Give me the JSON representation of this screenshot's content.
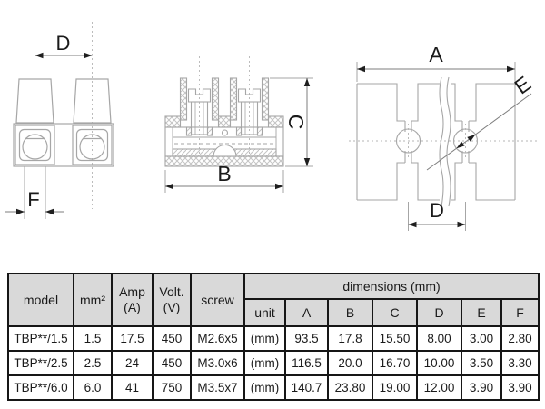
{
  "drawings": {
    "front_view": {
      "dim_pitch_label": "D",
      "dim_wire_label": "F"
    },
    "section_view": {
      "dim_width_label": "B",
      "dim_height_label": "C"
    },
    "top_view": {
      "dim_length_label": "A",
      "dim_pitch_label": "D",
      "dim_hole_label": "E"
    }
  },
  "colors": {
    "background": "#ffffff",
    "drawing_outline": "#a6a6a6",
    "dimension_line": "#7d7d7d",
    "label_text": "#1a1a1a",
    "table_border": "#161616",
    "table_header_bg": "#d9d9d9"
  },
  "table": {
    "header": {
      "model": "model",
      "wire_section": "mm²",
      "amp_line1": "Amp",
      "amp_line2": "(A)",
      "volt_line1": "Volt.",
      "volt_line2": "(V)",
      "screw": "screw",
      "dimensions": "dimensions (mm)",
      "sub": [
        "unit",
        "A",
        "B",
        "C",
        "D",
        "E",
        "F"
      ]
    },
    "rows": [
      [
        "TBP**/1.5",
        "1.5",
        "17.5",
        "450",
        "M2.6x5",
        "(mm)",
        "93.5",
        "17.8",
        "15.50",
        "8.00",
        "3.00",
        "2.80"
      ],
      [
        "TBP**/2.5",
        "2.5",
        "24",
        "450",
        "M3.0x6",
        "(mm)",
        "116.5",
        "20.0",
        "16.70",
        "10.00",
        "3.50",
        "3.30"
      ],
      [
        "TBP**/6.0",
        "6.0",
        "41",
        "750",
        "M3.5x7",
        "(mm)",
        "140.7",
        "23.80",
        "19.00",
        "12.00",
        "3.90",
        "3.90"
      ]
    ]
  }
}
